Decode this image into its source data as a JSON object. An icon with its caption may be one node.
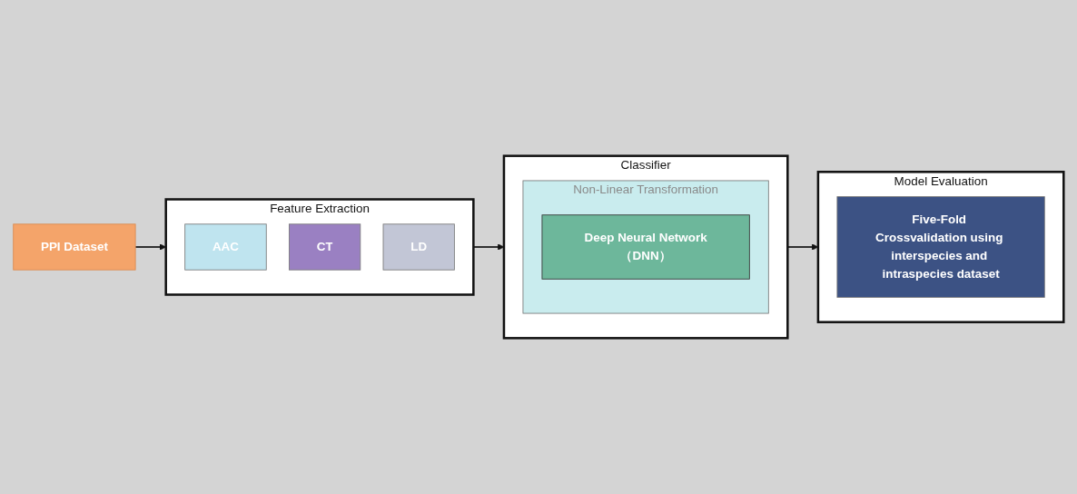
{
  "diagram": {
    "nodes": [
      {
        "text": [
          "PPI Dataset"
        ]
      },
      {
        "text": [
          "Feature Extraction"
        ]
      },
      {
        "text": [
          "AAC"
        ],
        "in": 1
      },
      {
        "text": [
          "CT"
        ],
        "in": 1
      },
      {
        "text": [
          "LD"
        ],
        "in": 1
      },
      {
        "text": [
          "Classifier"
        ]
      },
      {
        "text": [
          "Non-Linear Transformation"
        ],
        "in": 5
      },
      {
        "text": [
          "Deep Neural Network（DNN）"
        ],
        "in": 6
      },
      {
        "text": [
          "Model Evaluation"
        ]
      },
      {
        "text": [
          "Five-Fold Crossvalidation using interspecies and intraspecies dataset"
        ],
        "in": 8
      }
    ],
    "edges": [
      {
        "from": 0,
        "to": 1,
        "arrow": "to"
      },
      {
        "from": 1,
        "to": 5,
        "arrow": "to"
      },
      {
        "from": 5,
        "to": 8,
        "arrow": "to"
      }
    ]
  }
}
